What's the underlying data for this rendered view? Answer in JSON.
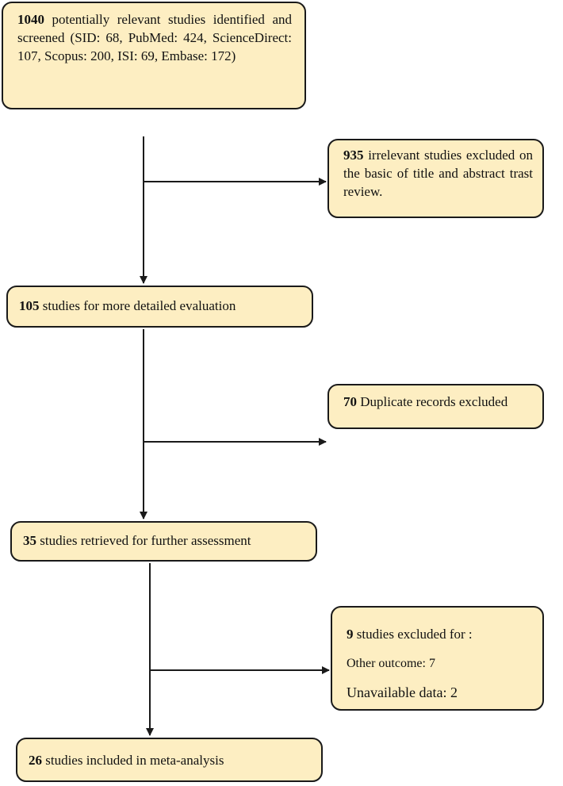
{
  "boxes": {
    "identified": {
      "count": "1040",
      "text": " potentially relevant studies identified and screened (SID: 68, PubMed: 424, ScienceDirect: 107, Scopus: 200, ISI: 69, Embase: 172)"
    },
    "irrelevant": {
      "count": "935",
      "text": " irrelevant studies excluded on the basic of title and abstract trast review."
    },
    "detailed": {
      "count": "105",
      "text": " studies for more detailed evaluation"
    },
    "duplicates": {
      "count": "70",
      "text": " Duplicate records excluded"
    },
    "retrieved": {
      "count": "35",
      "text": " studies retrieved for further assessment"
    },
    "excluded": {
      "count": "9",
      "text": " studies excluded for :",
      "reason_1": "Other outcome: 7",
      "reason_2": "Unavailable data: 2"
    },
    "included": {
      "count": "26",
      "text": " studies included in meta-analysis"
    }
  },
  "colors": {
    "box_fill": "#fdeec2",
    "line": "#1a1a1a"
  }
}
